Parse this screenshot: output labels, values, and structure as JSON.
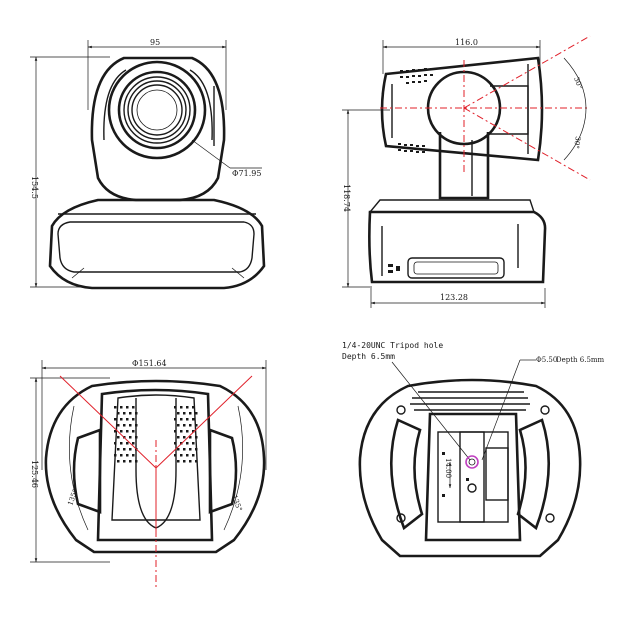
{
  "front_view": {
    "width_dim": "95",
    "height_dim": "154.5",
    "lens_diameter": "Φ71.95"
  },
  "side_view": {
    "depth_dim": "116.0",
    "height_dim": "118.74",
    "base_dim": "123.28",
    "tilt_up_angle": "30°",
    "tilt_down_angle": "30°"
  },
  "rear_view": {
    "diameter_dim": "Φ151.64",
    "height_dim": "125.46",
    "pan_left_angle": "135°",
    "pan_right_angle": "135°"
  },
  "bottom_view": {
    "tripod_note_line1": "1/4-20UNC Tripod hole",
    "tripod_note_line2": "Depth 6.5mm",
    "pin_hole_dim": "Φ5.50",
    "pin_hole_depth": "Depth 6.5mm",
    "spacing_dim": "14.00"
  },
  "colors": {
    "line": "#1a1a1a",
    "centerline": "#e0202a",
    "tripod_hole": "#c040c0"
  }
}
